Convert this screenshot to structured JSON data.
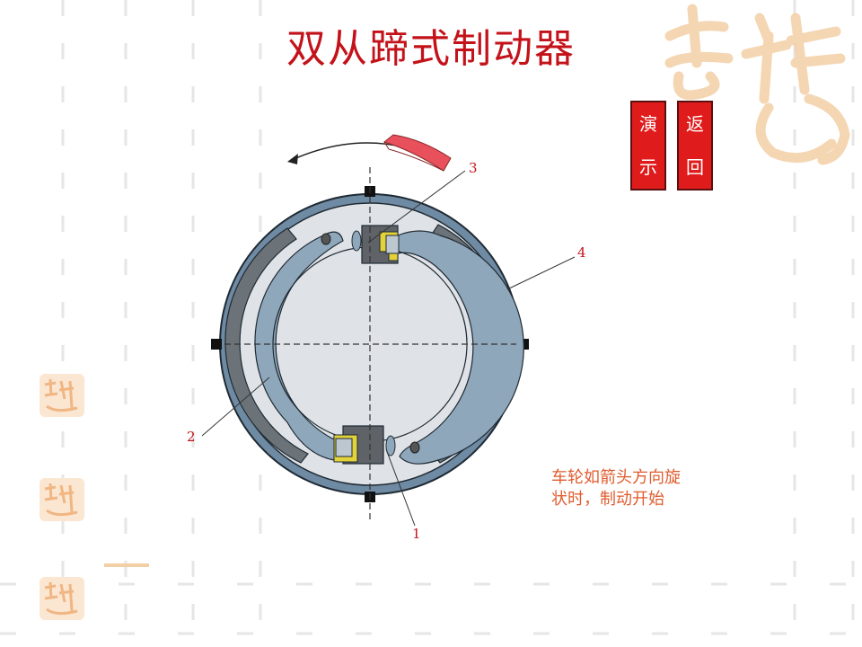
{
  "title": "双从蹄式制动器",
  "buttons": {
    "demo": [
      "演",
      "示"
    ],
    "back": [
      "返",
      "回"
    ]
  },
  "labels": {
    "one": "1",
    "two": "2",
    "three": "3",
    "four": "4"
  },
  "caption": [
    "车轮如箭头方向旋",
    "状时，制动开始"
  ],
  "colors": {
    "title": "#c4121a",
    "button": "#e01b1b",
    "drum": "#6f8aa3",
    "shoe": "#8fa7bb",
    "lining": "#6b7378",
    "caption": "#e05c2e"
  },
  "icons": [
    "rotation-arrow-icon",
    "brake-pad-icon",
    "decorative-logo-icon",
    "seal-icon"
  ]
}
